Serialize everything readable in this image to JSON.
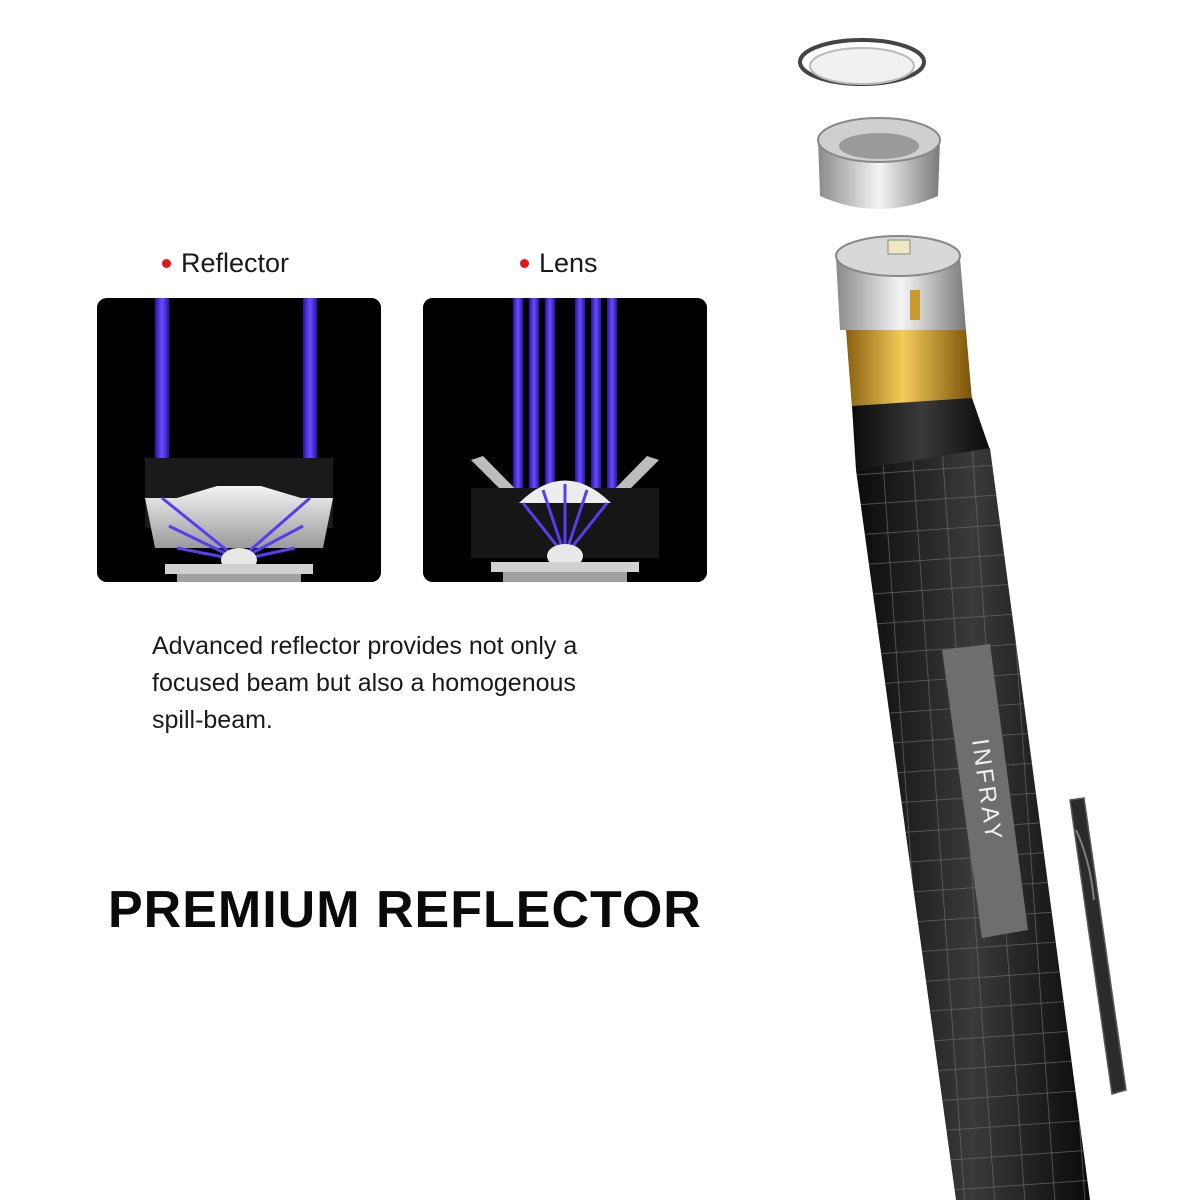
{
  "diagrams": [
    {
      "label": "Reflector"
    },
    {
      "label": "Lens"
    }
  ],
  "description_lines": [
    "Advanced reflector provides not only a",
    "focused beam but also a homogenous",
    "spill-beam."
  ],
  "headline": "PREMIUM REFLECTOR",
  "brand": "INFRAY",
  "colors": {
    "bullet": "#e0161b",
    "beam": "#4b2be0",
    "panel": "#000000",
    "body": "#1b1b1b",
    "gold": "#d8a423"
  }
}
